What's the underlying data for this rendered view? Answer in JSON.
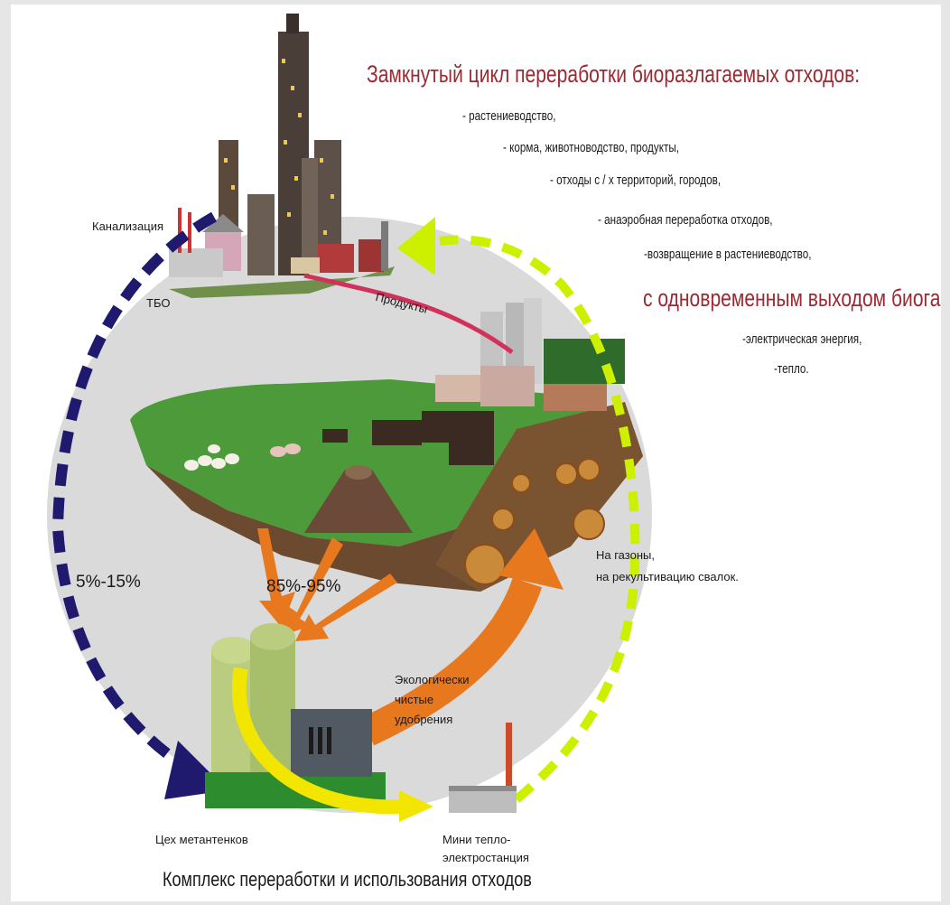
{
  "heading": {
    "title": "Замкнутый цикл переработки биоразлагаемых отходов:",
    "items": [
      "- растениеводство,",
      "- корма, животноводство, продукты,",
      "- отходы  с / х территорий, городов,",
      "- анаэробная переработка отходов,",
      "-возвращение в растениеводство,"
    ],
    "subtitle": "с одновременным выходом биогаза:",
    "outputs": [
      "-электрическая энергия,",
      "-тепло."
    ]
  },
  "labels": {
    "sewage": "Канализация",
    "solid_waste": "ТБО",
    "products": "Продукты",
    "lawns_line1": "На газоны,",
    "lawns_line2": "на рекультивацию свалок.",
    "percent_low": "5%-15%",
    "percent_high": "85%-95%",
    "eco_line1": "Экологически",
    "eco_line2": "чистые",
    "eco_line3": "удобрения",
    "digester": "Цех метантенков",
    "chp_line1": "Мини тепло-",
    "chp_line2": "электростанция",
    "footer": "Комплекс переработки и использования отходов"
  },
  "colors": {
    "title": "#9b2a33",
    "dashed_left": "#1f1a6e",
    "dashed_right": "#ccf000",
    "compost_arrow": "#e8781e",
    "energy_arrow": "#f2e600",
    "products_line": "#d0325a",
    "circle_fill": "#dadada"
  }
}
